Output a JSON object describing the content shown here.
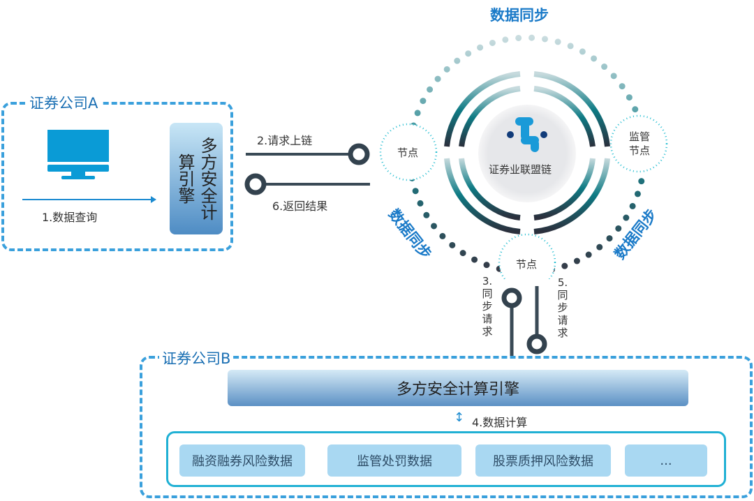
{
  "company_a": {
    "title": "证券公司A",
    "step1": "1.数据查询",
    "mpc_engine": "多方安全计算引擎"
  },
  "links": {
    "step2": "2.请求上链",
    "step6": "6.返回结果",
    "step3": "3.同步请求",
    "step5": "5.同步请求"
  },
  "chain": {
    "center_label": "证券业联盟链",
    "sync_label": "数据同步",
    "node_left": "节点",
    "node_bottom": "节点",
    "node_right": "监管节点"
  },
  "company_b": {
    "title": "证券公司B",
    "mpc_engine": "多方安全计算引擎",
    "step4": "4.数据计算",
    "data_items": [
      "融资融券风险数据",
      "监管处罚数据",
      "股票质押风险数据",
      "..."
    ]
  },
  "colors": {
    "accent": "#1a7ac8",
    "dash": "#3aa0dc",
    "dots_light": "#1fbcd0",
    "dots_dark": "#0f6f80"
  }
}
